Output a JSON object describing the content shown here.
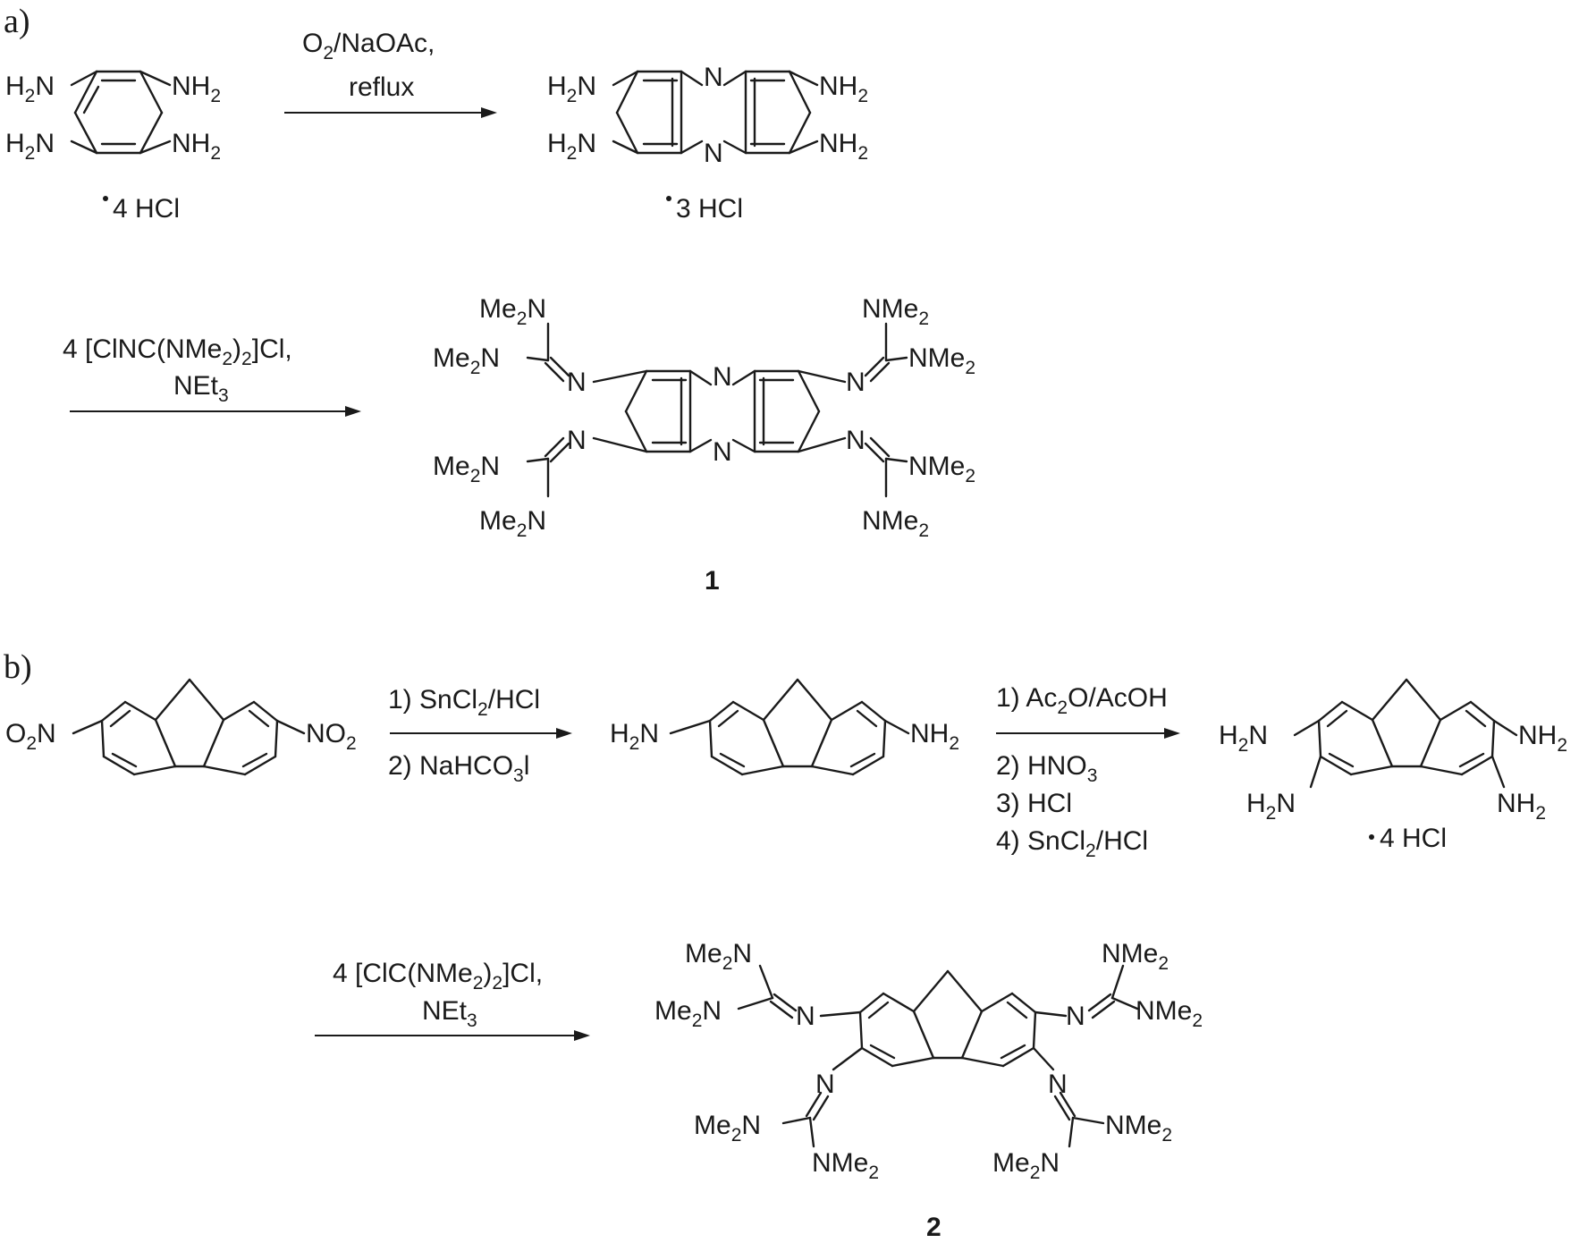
{
  "panels": {
    "a": "a)",
    "b": "b)"
  },
  "scheme_a": {
    "start": {
      "salt": "4 HCl",
      "groups": [
        [
          "H",
          "2",
          "N"
        ],
        [
          "N",
          "H",
          "2"
        ]
      ]
    },
    "step1": {
      "reagent_line1": [
        "O",
        "2",
        "/NaOAc,"
      ],
      "reagent_line2": "reflux"
    },
    "phenazine": {
      "salt": "3 HCl",
      "ring_n": "N"
    },
    "step2": {
      "reagent_line1": [
        "4 [ClNC(NMe",
        "2",
        ")",
        "2",
        "]Cl,"
      ],
      "reagent_line2": [
        "NEt",
        "3"
      ]
    },
    "product": {
      "label": "1",
      "me2n": [
        "Me",
        "2",
        "N"
      ],
      "nme2": [
        "NMe",
        "2"
      ],
      "imine_n": "N"
    }
  },
  "scheme_b": {
    "start": {
      "left_group": [
        "O",
        "2",
        "N"
      ],
      "right_group": [
        "NO",
        "2"
      ]
    },
    "step1": {
      "line1": [
        "1) SnCl",
        "2",
        "/HCl"
      ],
      "line2": [
        "2) NaHCO",
        "3",
        "l"
      ]
    },
    "diamine": {
      "left_group": [
        "H",
        "2",
        "N"
      ],
      "right_group": [
        "NH",
        "2"
      ]
    },
    "step2": {
      "line1": [
        "1) Ac",
        "2",
        "O/AcOH"
      ],
      "line2": [
        "2) HNO",
        "3"
      ],
      "line3": "3) HCl",
      "line4": [
        "4) SnCl",
        "2",
        "/HCl"
      ]
    },
    "tetraamine": {
      "salt": "4 HCl"
    },
    "step3": {
      "reagent_line1": [
        "4 [ClC(NMe",
        "2",
        ")",
        "2",
        "]Cl,"
      ],
      "reagent_line2": [
        "NEt",
        "3"
      ]
    },
    "product": {
      "label": "2"
    }
  }
}
